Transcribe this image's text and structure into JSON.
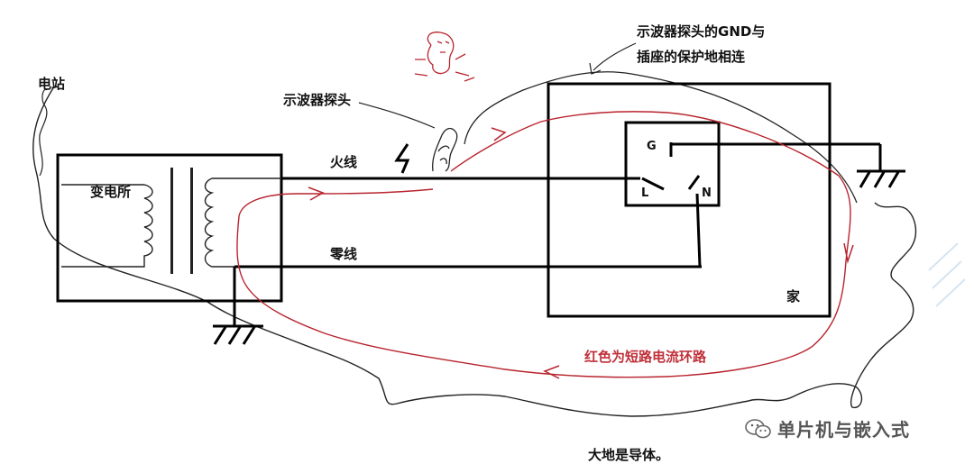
{
  "labels": {
    "power_station": "电站",
    "substation": "变电所",
    "live_wire": "火线",
    "neutral_wire": "零线",
    "probe": "示波器探头",
    "probe_note_line1": "示波器探头的GND与",
    "probe_note_line2": "插座的保护地相连",
    "home": "家",
    "terminal_g": "G",
    "terminal_l": "L",
    "terminal_n": "N",
    "loop_caption": "红色为短路电流环路",
    "earth_note": "大地是导体。"
  },
  "watermark": {
    "text": "单片机与嵌入式",
    "icon": "wechat-icon"
  },
  "colors": {
    "wire": "#000000",
    "loop": "#b8242e",
    "sketch": "#222222"
  }
}
